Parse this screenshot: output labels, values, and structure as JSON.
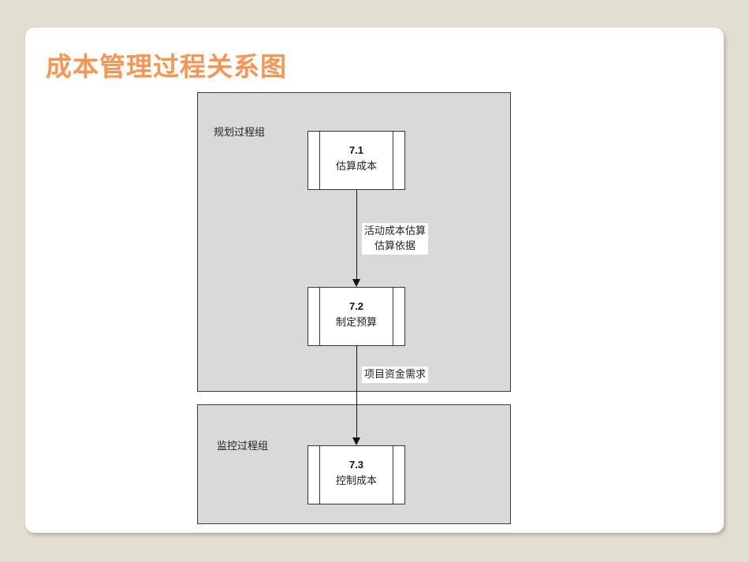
{
  "slide": {
    "title": "成本管理过程关系图",
    "title_color": "#f79552"
  },
  "diagram": {
    "groups": [
      {
        "label": "规划过程组"
      },
      {
        "label": "监控过程组"
      }
    ],
    "processes": [
      {
        "number": "7.1",
        "name": "估算成本"
      },
      {
        "number": "7.2",
        "name": "制定预算"
      },
      {
        "number": "7.3",
        "name": "控制成本"
      }
    ],
    "flows": [
      {
        "lines": [
          "活动成本估算",
          "估算依据"
        ]
      },
      {
        "lines": [
          "项目资金需求"
        ]
      }
    ]
  }
}
